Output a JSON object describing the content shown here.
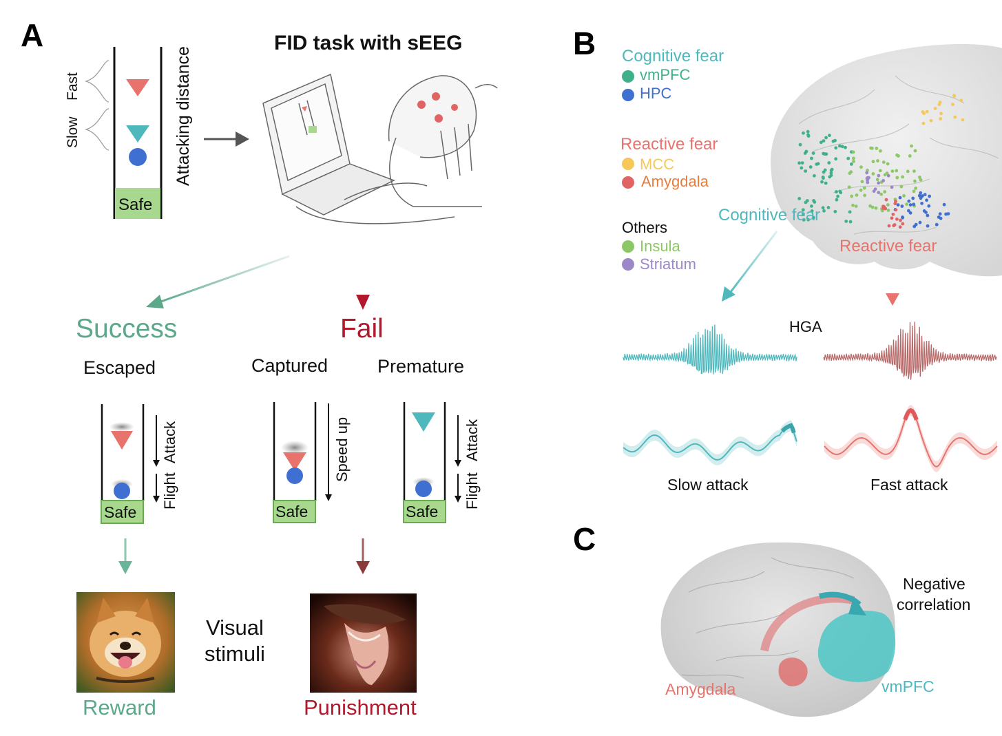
{
  "panels": {
    "a": "A",
    "b": "B",
    "c": "C"
  },
  "panel_a": {
    "title": "FID task with sEEG",
    "speed_fast": "Fast",
    "speed_slow": "Slow",
    "attacking_distance": "Attacking distance",
    "safe": "Safe",
    "success": "Success",
    "fail": "Fail",
    "escaped": "Escaped",
    "captured": "Captured",
    "premature": "Premature",
    "attack": "Attack",
    "flight": "Flight",
    "speed_up": "Speed up",
    "visual_stimuli_1": "Visual",
    "visual_stimuli_2": "stimuli",
    "reward": "Reward",
    "punishment": "Punishment"
  },
  "panel_b": {
    "legend": {
      "cognitive_title": "Cognitive fear",
      "vmpfc": "vmPFC",
      "hpc": "HPC",
      "reactive_title": "Reactive fear",
      "mcc": "MCC",
      "amygdala": "Amygdala",
      "others_title": "Others",
      "insula": "Insula",
      "striatum": "Striatum"
    },
    "cognitive_label": "Cognitive fear",
    "reactive_label": "Reactive fear",
    "hga": "HGA",
    "slow_attack": "Slow attack",
    "fast_attack": "Fast attack"
  },
  "panel_c": {
    "negative_1": "Negative",
    "negative_2": "correlation",
    "amygdala": "Amygdala",
    "vmpfc": "vmPFC"
  },
  "colors": {
    "teal": "#4fb8bd",
    "green_text": "#5ba88a",
    "red_text": "#b2182b",
    "salmon": "#e8736c",
    "vmpfc_dot": "#3fb08a",
    "hpc_dot": "#3f6fd0",
    "mcc_dot": "#f6c85a",
    "amyg_dot": "#e06464",
    "insula_dot": "#8cc865",
    "striatum_dot": "#9b88c8",
    "safe_green": "#a7d88e"
  }
}
